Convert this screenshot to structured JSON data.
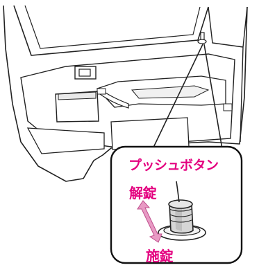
{
  "callout": {
    "title": "プッシュボタン",
    "unlock_label": "解錠",
    "lock_label": "施錠"
  },
  "colors": {
    "label": "#e4007f",
    "arrow": "#e89ac4",
    "line": "#222222",
    "door_fill": "#ffffff",
    "door_shade": "#e9e9e9",
    "button_shade": "#bfbfbf"
  },
  "icons": {
    "push_button": "door-lock-push-button-icon",
    "arrow": "double-arrow-icon"
  }
}
